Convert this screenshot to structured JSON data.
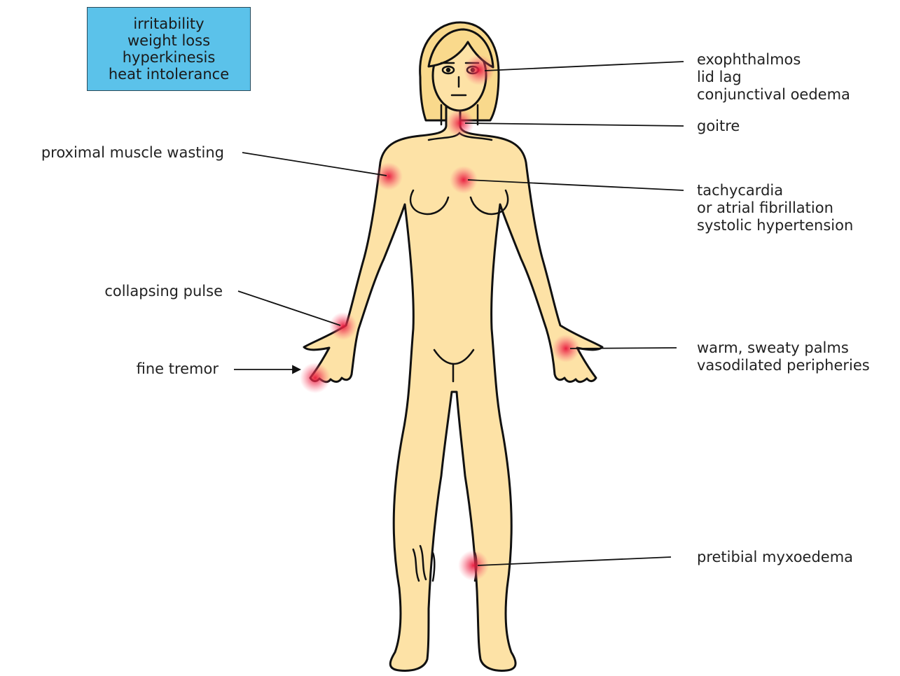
{
  "info_box": [
    "irritability",
    "weight loss",
    "hyperkinesis",
    "heat intolerance"
  ],
  "labels": {
    "eyes": [
      "exophthalmos",
      "lid lag",
      "conjunctival oedema"
    ],
    "neck": [
      "goitre"
    ],
    "heart": [
      "tachycardia",
      "or atrial fibrillation",
      "systolic hypertension"
    ],
    "palms": [
      "warm, sweaty palms",
      "vasodilated peripheries"
    ],
    "shin": [
      "pretibial myxoedema"
    ],
    "shoulder": [
      "proximal muscle wasting"
    ],
    "wrist": [
      "collapsing pulse"
    ],
    "hand": [
      "fine tremor"
    ]
  },
  "colors": {
    "skin": "#fde2a6",
    "outline": "#111111",
    "hair": "#f9d98c",
    "box": "#5bc2ea",
    "highlight": "#e8173a"
  }
}
